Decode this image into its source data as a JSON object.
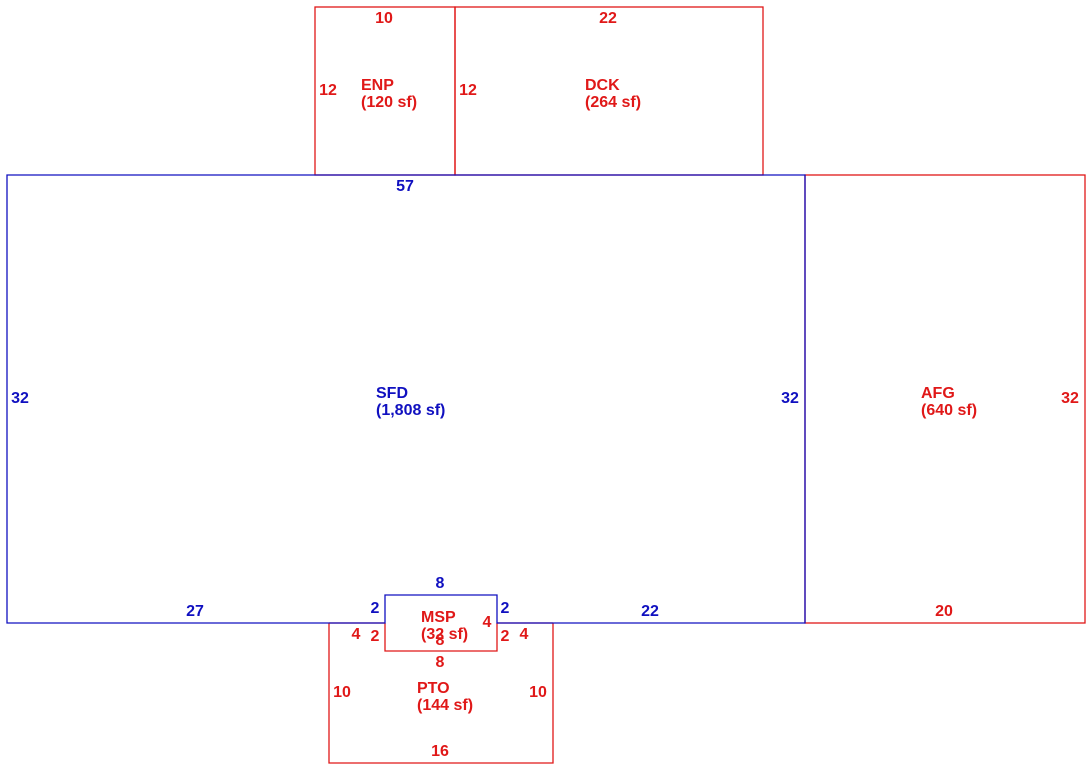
{
  "colors": {
    "primary": "#1010c0",
    "secondary": "#e01818"
  },
  "areas": {
    "enp": {
      "code": "ENP",
      "area": "(120 sf)",
      "color": "#e01818"
    },
    "dck": {
      "code": "DCK",
      "area": "(264 sf)",
      "color": "#e01818"
    },
    "sfd": {
      "code": "SFD",
      "area": "(1,808 sf)",
      "color": "#1010c0"
    },
    "afg": {
      "code": "AFG",
      "area": "(640 sf)",
      "color": "#e01818"
    },
    "msp": {
      "code": "MSP",
      "area": "(32 sf)",
      "color": "#e01818"
    },
    "pto": {
      "code": "PTO",
      "area": "(144 sf)",
      "color": "#e01818"
    }
  },
  "dimensions": {
    "enp_top": "10",
    "enp_left": "12",
    "dck_top": "22",
    "dck_left": "12",
    "sfd_top": "57",
    "sfd_left": "32",
    "sfd_right": "32",
    "sfd_bottom_left": "27",
    "sfd_bottom_right": "22",
    "sfd_notch_top": "8",
    "sfd_notch_left": "2",
    "sfd_notch_right": "2",
    "afg_right": "32",
    "afg_bottom": "20",
    "msp_left": "2",
    "msp_right": "2",
    "msp_bottom": "8",
    "msp_inner_bottom": "8",
    "msp_inner_right": "4",
    "pto_left_top": "4",
    "pto_right_top": "4",
    "pto_left": "10",
    "pto_right": "10",
    "pto_bottom": "16"
  }
}
